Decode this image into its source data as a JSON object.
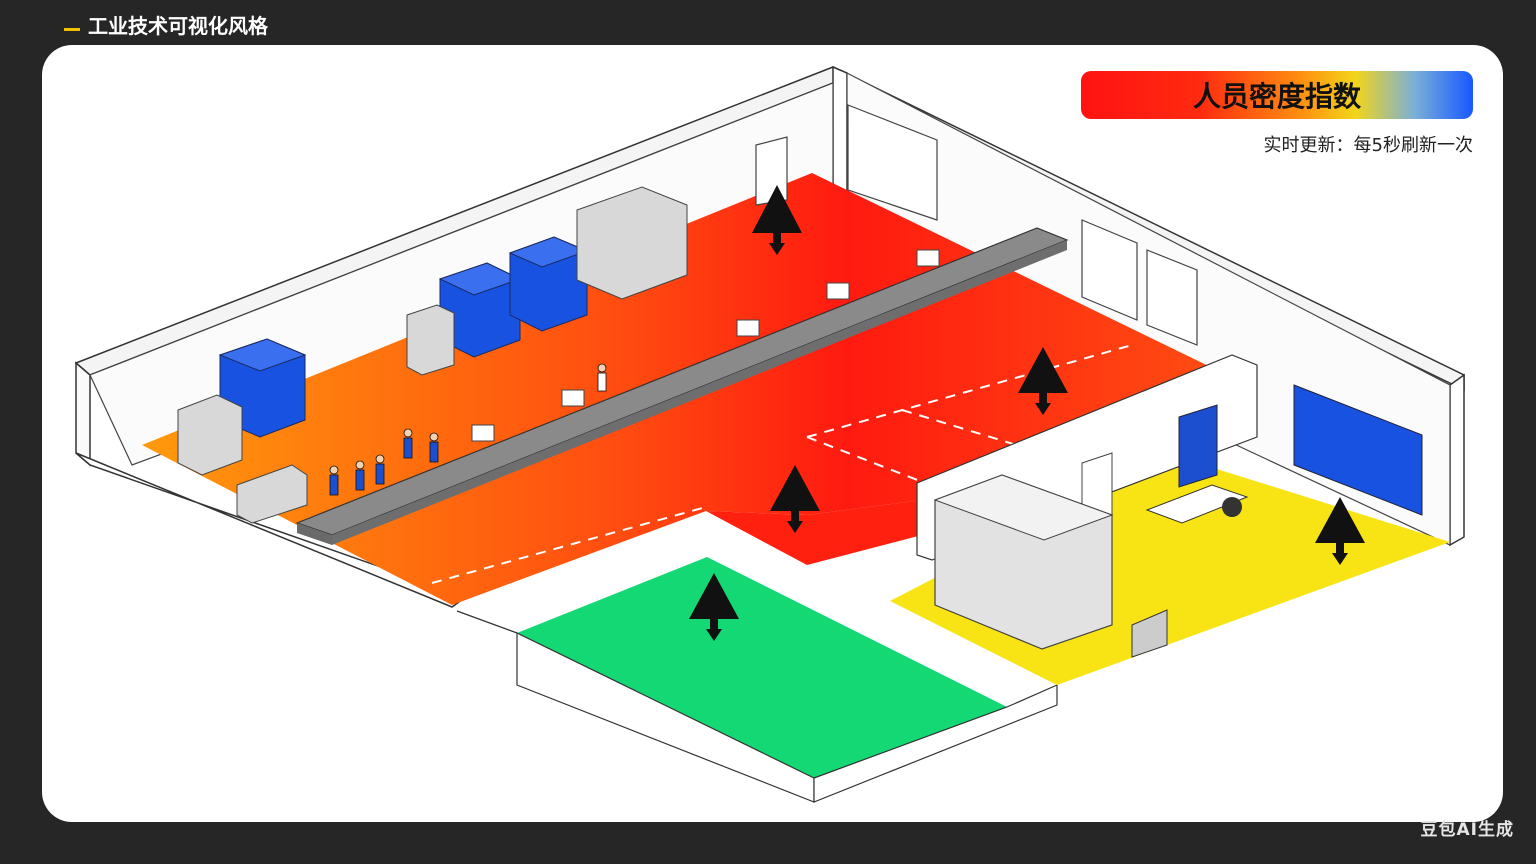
{
  "header": {
    "title": "工业技术可视化风格"
  },
  "legend": {
    "title": "人员密度指数",
    "subtitle": "实时更新：每5秒刷新一次"
  },
  "watermark": {
    "text": "豆包AI生成"
  },
  "colors": {
    "accent": "#f2c200",
    "high_density": "#ff1a10",
    "mid_density": "#ff8a10",
    "yellow_zone": "#f8e414",
    "green_zone": "#14d874",
    "equipment_blue": "#1852e0"
  }
}
